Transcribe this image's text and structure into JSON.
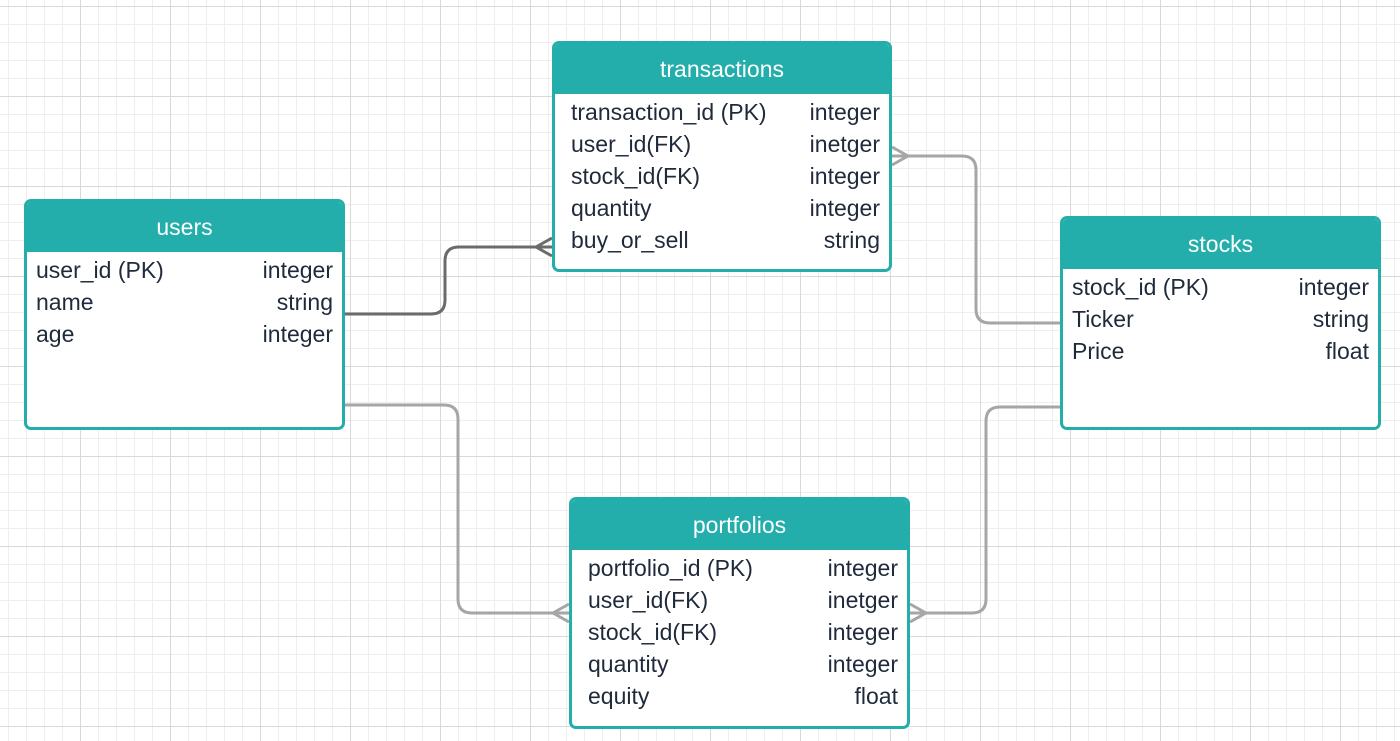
{
  "colors": {
    "accent": "#23aeab",
    "text": "#1f2a3a",
    "connector": "#a6a6a6",
    "connector_dark": "#6b6b6b",
    "grid": "#d9d9d9"
  },
  "entities": {
    "transactions": {
      "title": "transactions",
      "fields": [
        {
          "name": "transaction_id (PK)",
          "type": "integer"
        },
        {
          "name": "user_id(FK)",
          "type": "inetger"
        },
        {
          "name": "stock_id(FK)",
          "type": "integer"
        },
        {
          "name": "quantity",
          "type": "integer"
        },
        {
          "name": "buy_or_sell",
          "type": "string"
        }
      ]
    },
    "users": {
      "title": "users",
      "fields": [
        {
          "name": "user_id (PK)",
          "type": "integer"
        },
        {
          "name": "name",
          "type": "string"
        },
        {
          "name": "age",
          "type": "integer"
        }
      ]
    },
    "stocks": {
      "title": "stocks",
      "fields": [
        {
          "name": "stock_id (PK)",
          "type": "integer"
        },
        {
          "name": "Ticker",
          "type": "string"
        },
        {
          "name": "Price",
          "type": "float"
        }
      ]
    },
    "portfolios": {
      "title": "portfolios",
      "fields": [
        {
          "name": "portfolio_id (PK)",
          "type": "integer"
        },
        {
          "name": "user_id(FK)",
          "type": "inetger"
        },
        {
          "name": "stock_id(FK)",
          "type": "integer"
        },
        {
          "name": "quantity",
          "type": "integer"
        },
        {
          "name": "equity",
          "type": "float"
        }
      ]
    }
  },
  "relationships": [
    {
      "from": "users",
      "to": "transactions",
      "cardinality": "one-to-many"
    },
    {
      "from": "stocks",
      "to": "transactions",
      "cardinality": "one-to-many"
    },
    {
      "from": "users",
      "to": "portfolios",
      "cardinality": "one-to-many"
    },
    {
      "from": "stocks",
      "to": "portfolios",
      "cardinality": "one-to-many"
    }
  ]
}
